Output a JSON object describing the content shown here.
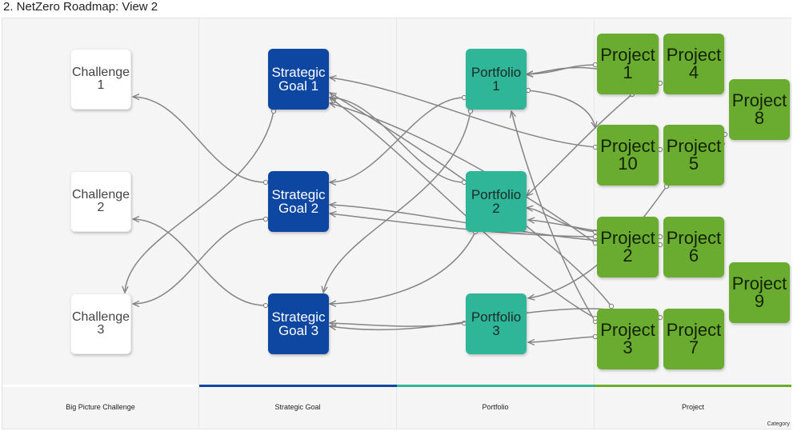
{
  "title": "2. NetZero Roadmap: View 2",
  "lanes": [
    {
      "label": "Big Picture Challenge",
      "color": "#ffffff"
    },
    {
      "label": "Strategic Goal",
      "color": "#0d47a1"
    },
    {
      "label": "Portfolio",
      "color": "#2fb597"
    },
    {
      "label": "Project",
      "color": "#6aac2f"
    }
  ],
  "legend_label": "Category",
  "nodes": {
    "challenge1": {
      "label": "Challenge\n1"
    },
    "challenge2": {
      "label": "Challenge\n2"
    },
    "challenge3": {
      "label": "Challenge\n3"
    },
    "goal1": {
      "label": "Strategic\nGoal 1"
    },
    "goal2": {
      "label": "Strategic\nGoal 2"
    },
    "goal3": {
      "label": "Strategic\nGoal 3"
    },
    "portfolio1": {
      "label": "Portfolio\n1"
    },
    "portfolio2": {
      "label": "Portfolio\n2"
    },
    "portfolio3": {
      "label": "Portfolio\n3"
    },
    "project1": {
      "label": "Project\n1"
    },
    "project2": {
      "label": "Project\n2"
    },
    "project3": {
      "label": "Project\n3"
    },
    "project4": {
      "label": "Project\n4"
    },
    "project5": {
      "label": "Project\n5"
    },
    "project6": {
      "label": "Project\n6"
    },
    "project7": {
      "label": "Project\n7"
    },
    "project8": {
      "label": "Project\n8"
    },
    "project9": {
      "label": "Project\n9"
    },
    "project10": {
      "label": "Project\n10"
    }
  },
  "colors": {
    "link": "#858585",
    "goal": "#0d47a1",
    "portfolio": "#2fb597",
    "project": "#6aac2f"
  }
}
